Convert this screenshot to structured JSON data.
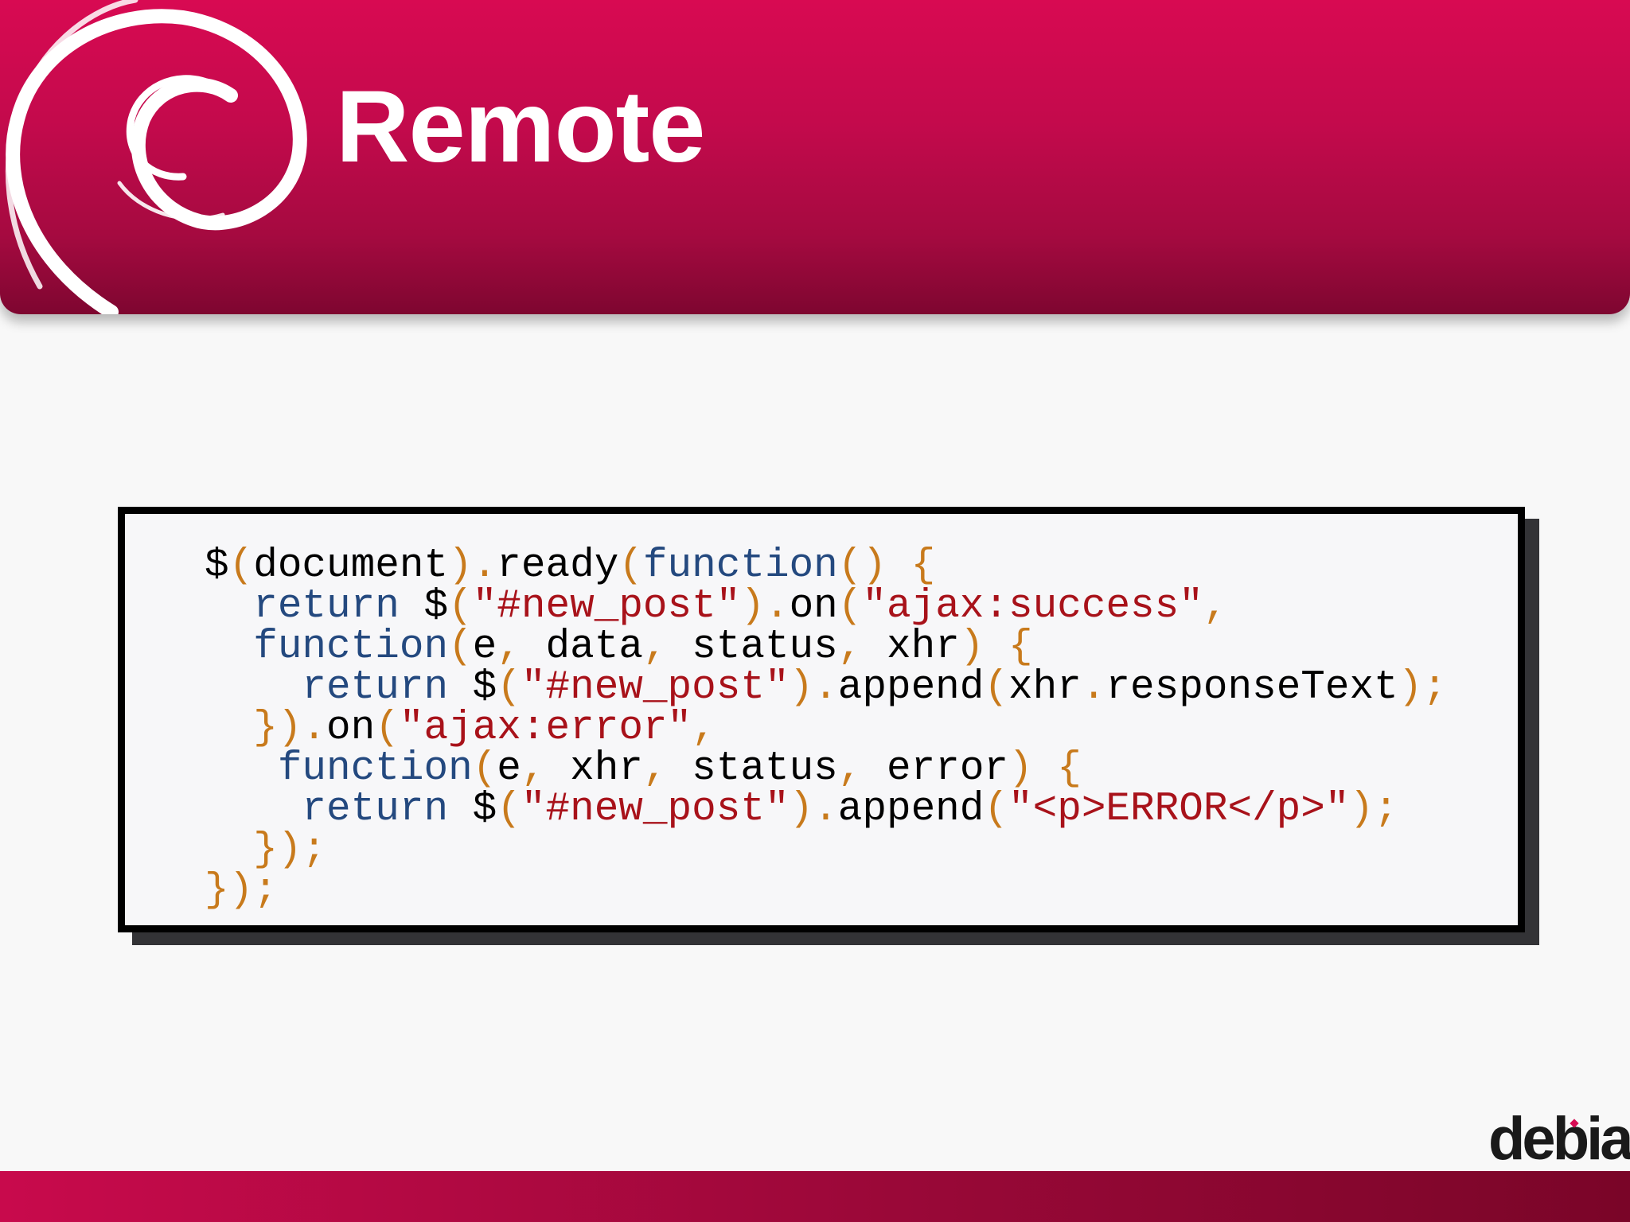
{
  "slide": {
    "title": "Remote"
  },
  "code": {
    "lines": [
      [
        {
          "c": "t",
          "v": "$"
        },
        {
          "c": "p",
          "v": "("
        },
        {
          "c": "t",
          "v": "document"
        },
        {
          "c": "p",
          "v": ")."
        },
        {
          "c": "t",
          "v": "ready"
        },
        {
          "c": "p",
          "v": "("
        },
        {
          "c": "k",
          "v": "function"
        },
        {
          "c": "p",
          "v": "() {"
        }
      ],
      [
        {
          "c": "t",
          "v": "  "
        },
        {
          "c": "k",
          "v": "return"
        },
        {
          "c": "t",
          "v": " $"
        },
        {
          "c": "p",
          "v": "("
        },
        {
          "c": "s",
          "v": "\"#new_post\""
        },
        {
          "c": "p",
          "v": ")."
        },
        {
          "c": "t",
          "v": "on"
        },
        {
          "c": "p",
          "v": "("
        },
        {
          "c": "s",
          "v": "\"ajax:success\""
        },
        {
          "c": "p",
          "v": ","
        }
      ],
      [
        {
          "c": "t",
          "v": "  "
        },
        {
          "c": "k",
          "v": "function"
        },
        {
          "c": "p",
          "v": "("
        },
        {
          "c": "t",
          "v": "e"
        },
        {
          "c": "p",
          "v": ", "
        },
        {
          "c": "t",
          "v": "data"
        },
        {
          "c": "p",
          "v": ", "
        },
        {
          "c": "t",
          "v": "status"
        },
        {
          "c": "p",
          "v": ", "
        },
        {
          "c": "t",
          "v": "xhr"
        },
        {
          "c": "p",
          "v": ") {"
        }
      ],
      [
        {
          "c": "t",
          "v": "    "
        },
        {
          "c": "k",
          "v": "return"
        },
        {
          "c": "t",
          "v": " $"
        },
        {
          "c": "p",
          "v": "("
        },
        {
          "c": "s",
          "v": "\"#new_post\""
        },
        {
          "c": "p",
          "v": ")."
        },
        {
          "c": "t",
          "v": "append"
        },
        {
          "c": "p",
          "v": "("
        },
        {
          "c": "t",
          "v": "xhr"
        },
        {
          "c": "p",
          "v": "."
        },
        {
          "c": "t",
          "v": "responseText"
        },
        {
          "c": "p",
          "v": ");"
        }
      ],
      [
        {
          "c": "t",
          "v": "  "
        },
        {
          "c": "p",
          "v": "})."
        },
        {
          "c": "t",
          "v": "on"
        },
        {
          "c": "p",
          "v": "("
        },
        {
          "c": "s",
          "v": "\"ajax:error\""
        },
        {
          "c": "p",
          "v": ","
        }
      ],
      [
        {
          "c": "t",
          "v": "   "
        },
        {
          "c": "k",
          "v": "function"
        },
        {
          "c": "p",
          "v": "("
        },
        {
          "c": "t",
          "v": "e"
        },
        {
          "c": "p",
          "v": ", "
        },
        {
          "c": "t",
          "v": "xhr"
        },
        {
          "c": "p",
          "v": ", "
        },
        {
          "c": "t",
          "v": "status"
        },
        {
          "c": "p",
          "v": ", "
        },
        {
          "c": "t",
          "v": "error"
        },
        {
          "c": "p",
          "v": ") {"
        }
      ],
      [
        {
          "c": "t",
          "v": "    "
        },
        {
          "c": "k",
          "v": "return"
        },
        {
          "c": "t",
          "v": " $"
        },
        {
          "c": "p",
          "v": "("
        },
        {
          "c": "s",
          "v": "\"#new_post\""
        },
        {
          "c": "p",
          "v": ")."
        },
        {
          "c": "t",
          "v": "append"
        },
        {
          "c": "p",
          "v": "("
        },
        {
          "c": "s",
          "v": "\"<p>ERROR</p>\""
        },
        {
          "c": "p",
          "v": ");"
        }
      ],
      [
        {
          "c": "t",
          "v": "  "
        },
        {
          "c": "p",
          "v": "});"
        }
      ],
      [
        {
          "c": "p",
          "v": "});"
        }
      ]
    ]
  },
  "footer": {
    "logo_text": "debian"
  },
  "colors": {
    "brand": "#d70a53",
    "punctuation": "#c87a1c",
    "keyword": "#24497f",
    "string": "#a8121a"
  },
  "icons": {
    "header_logo": "debian-swirl-icon"
  }
}
